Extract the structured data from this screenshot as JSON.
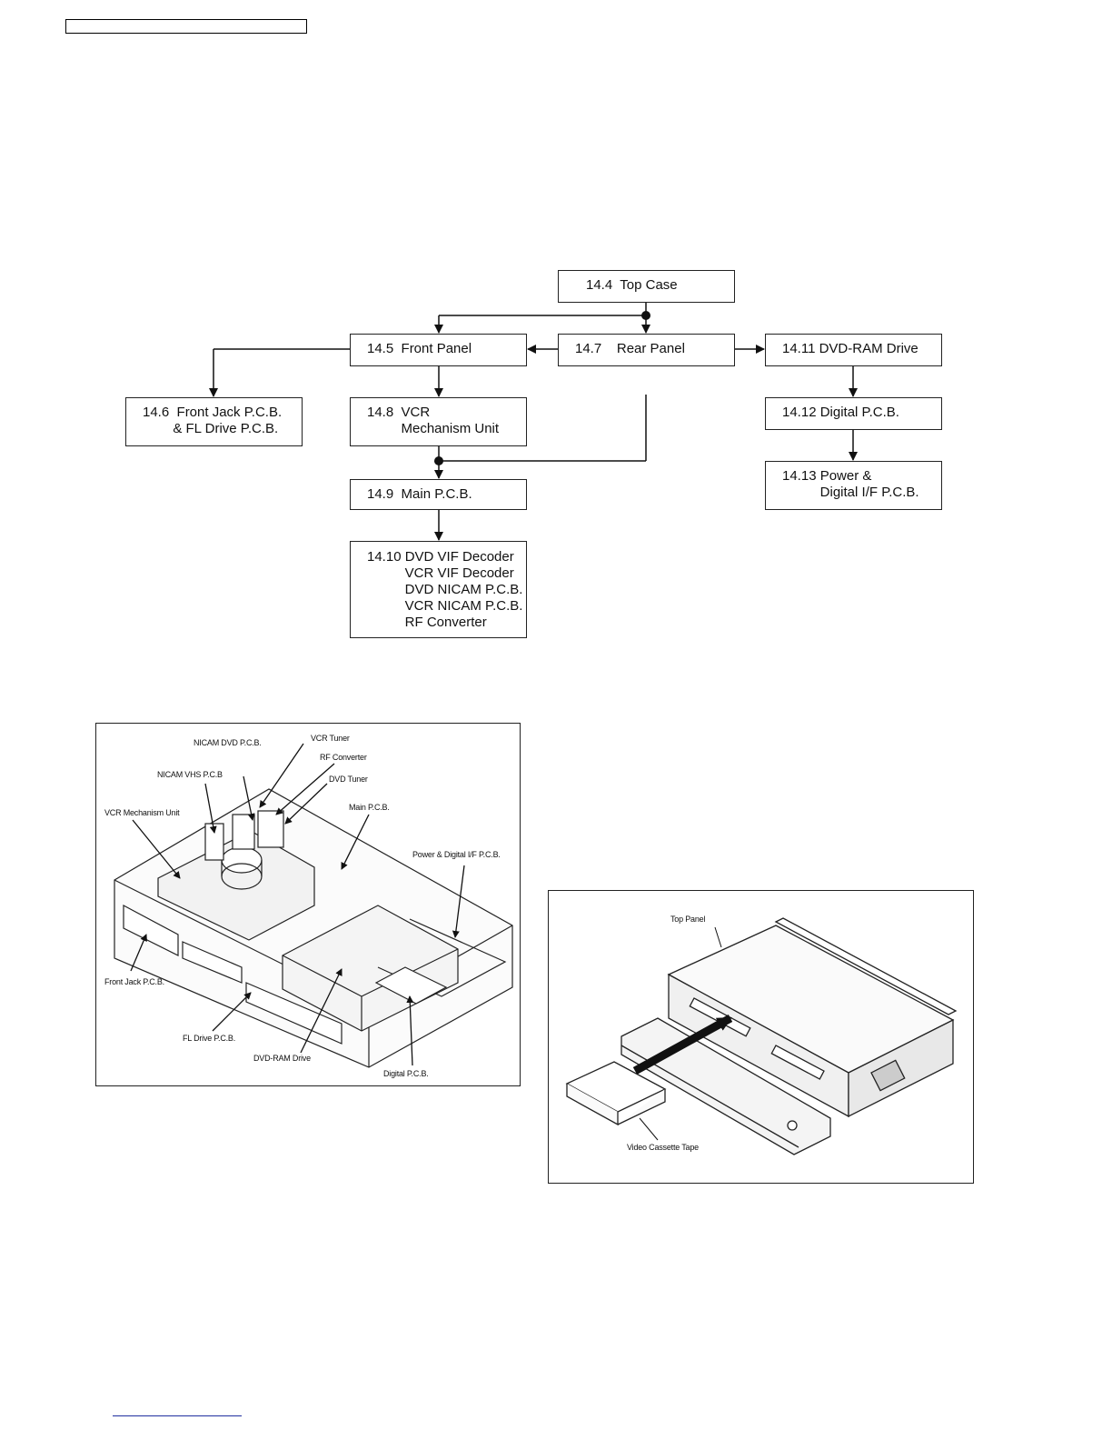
{
  "flowchart": {
    "boxes": {
      "top_case": "14.4  Top Case",
      "front_panel": "14.5  Front Panel",
      "rear_panel": "14.7    Rear Panel",
      "dvd_ram_drive": "14.11 DVD-RAM Drive",
      "front_jack": "14.6  Front Jack P.C.B.\n        & FL Drive P.C.B.",
      "vcr_mech": "14.8  VCR\n         Mechanism Unit",
      "digital_pcb": "14.12 Digital P.C.B.",
      "main_pcb": "14.9  Main P.C.B.",
      "power_digital": "14.13 Power &\n          Digital I/F P.C.B.",
      "decoders": "14.10 DVD VIF Decoder\n          VCR VIF Decoder\n          DVD NICAM P.C.B.\n          VCR NICAM P.C.B.\n          RF Converter"
    }
  },
  "figure1": {
    "labels": {
      "nicam_dvd": "NICAM DVD P.C.B.",
      "vcr_tuner": "VCR Tuner",
      "rf_converter": "RF Converter",
      "nicam_vhs": "NICAM VHS P.C.B",
      "dvd_tuner": "DVD Tuner",
      "vcr_mech": "VCR Mechanism Unit",
      "main_pcb": "Main P.C.B.",
      "power_digital": "Power & Digital I/F P.C.B.",
      "front_jack": "Front Jack P.C.B.",
      "fl_drive": "FL Drive P.C.B.",
      "dvd_ram": "DVD-RAM Drive",
      "digital_pcb": "Digital P.C.B."
    }
  },
  "figure2": {
    "labels": {
      "top_panel": "Top Panel",
      "video_cassette": "Video Cassette Tape"
    }
  }
}
